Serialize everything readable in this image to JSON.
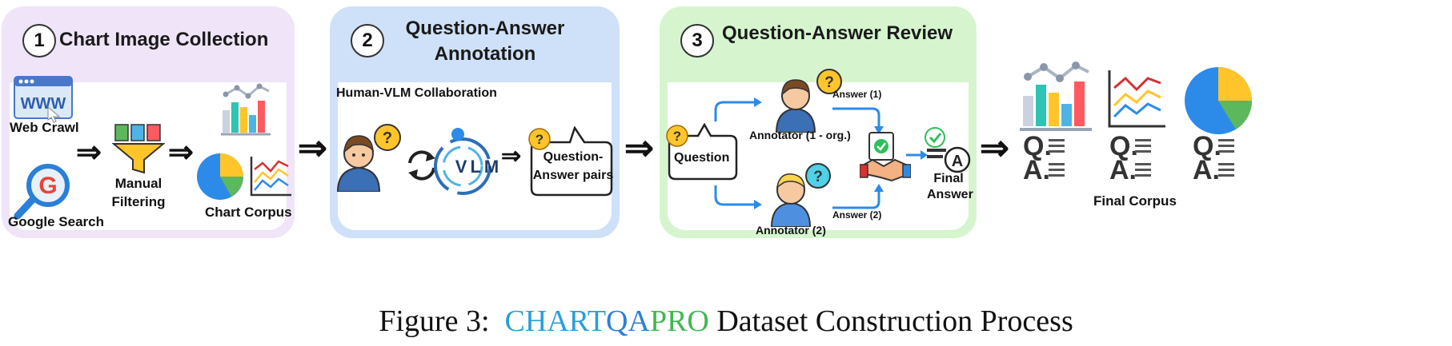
{
  "panels": [
    {
      "number": "1",
      "title": "Chart Image Collection"
    },
    {
      "number": "2",
      "title": "Question-Answer Annotation"
    },
    {
      "number": "3",
      "title": "Question-Answer Review"
    }
  ],
  "panel1": {
    "web_crawl": "Web Crawl",
    "www_text": "WWW",
    "google_search": "Google Search",
    "google_letter": "G",
    "manual_filtering": "Manual Filtering",
    "chart_corpus": "Chart Corpus"
  },
  "panel2": {
    "subtitle": "Human-VLM Collaboration",
    "vlm_text": "VLM",
    "qa_pairs": "Question-Answer pairs"
  },
  "panel3": {
    "question": "Question",
    "annotator1": "Annotator (1 - org.)",
    "annotator2": "Annotator (2)",
    "answer1": "Answer (1)",
    "answer2": "Answer (2)",
    "final_answer": "Final Answer",
    "final_letter": "A"
  },
  "final": {
    "corpus_label": "Final Corpus",
    "q": "Q.",
    "a": "A."
  },
  "caption": {
    "prefix": "Figure 3:",
    "name_chart": "CHART",
    "name_qa": "QA",
    "name_pro": "PRO",
    "suffix": "Dataset Construction Process"
  },
  "colors": {
    "panel1_header": "#efe4f8",
    "panel2_header": "#cfe1f8",
    "panel3_header": "#d6f5cf",
    "arrow_blue": "#2c8be8",
    "chart_blue": "#4fb3e6",
    "chart_teal": "#2ec4b6",
    "chart_orange": "#ff9f1c",
    "chart_red": "#ff5a5f",
    "chart_yellow": "#ffc52b",
    "chart_green": "#5cb85c",
    "caption_chart": "#2a9fd8",
    "caption_qa": "#2c7fd8",
    "caption_pro": "#3fb950"
  }
}
